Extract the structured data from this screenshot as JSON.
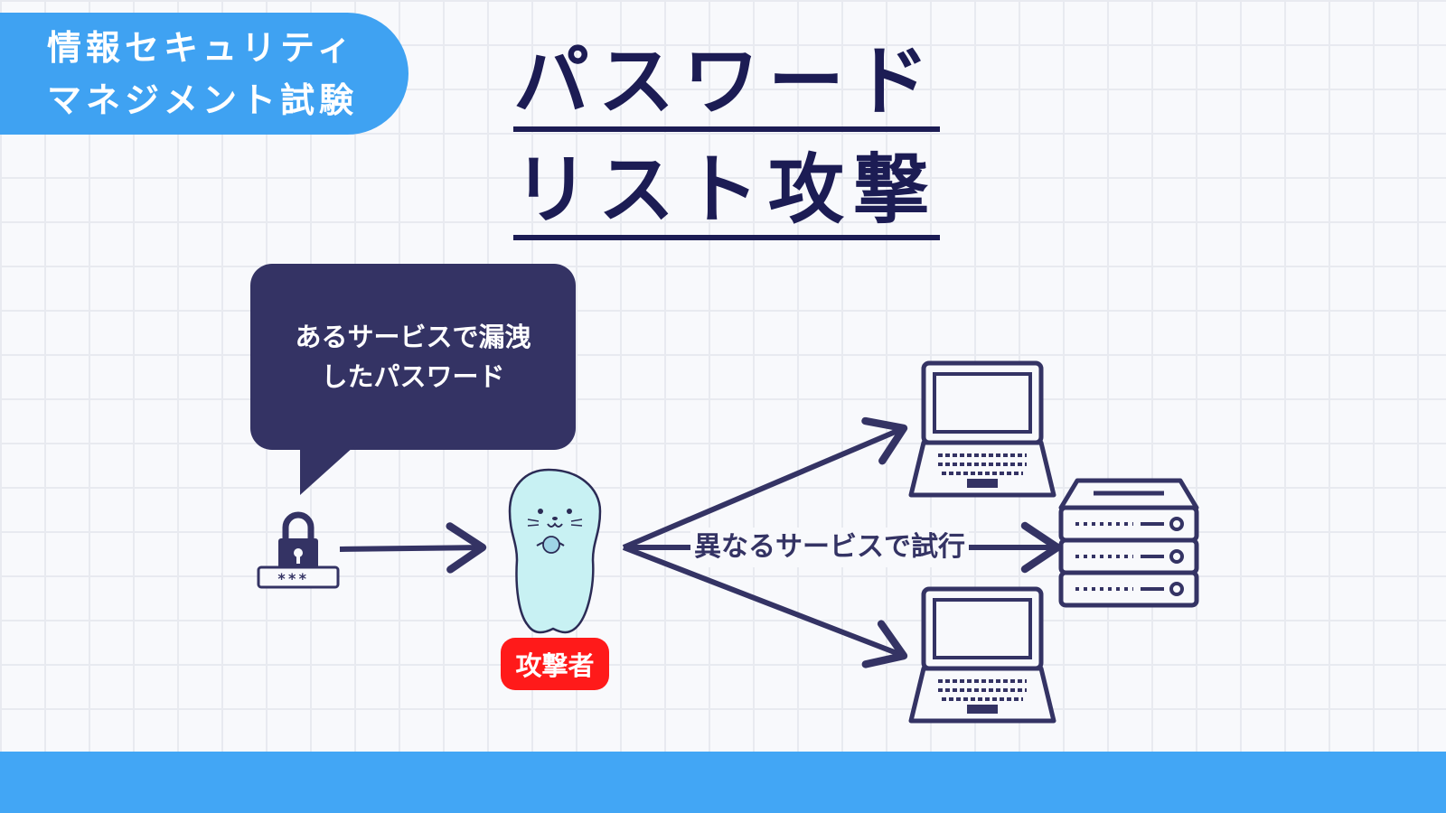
{
  "badge": {
    "line1": "情報セキュリティ",
    "line2": "マネジメント試験"
  },
  "title": {
    "line1": "パスワード",
    "line2": "リスト攻撃"
  },
  "bubble": {
    "line1": "あるサービスで漏洩",
    "line2": "したパスワード"
  },
  "password_field": {
    "mask": "***_"
  },
  "attacker": {
    "label": "攻撃者"
  },
  "flow": {
    "label": "異なるサービスで試行"
  },
  "colors": {
    "navy": "#343364",
    "title_navy": "#1c1c54",
    "blue": "#3fa2f2",
    "footer_blue": "#42a6f5",
    "red": "#ff1a1a",
    "seal": "#c8f1f3"
  },
  "icons": [
    "padlock-icon",
    "password-field-icon",
    "seal-mascot-icon",
    "laptop-icon",
    "server-icon",
    "arrow-icon"
  ]
}
